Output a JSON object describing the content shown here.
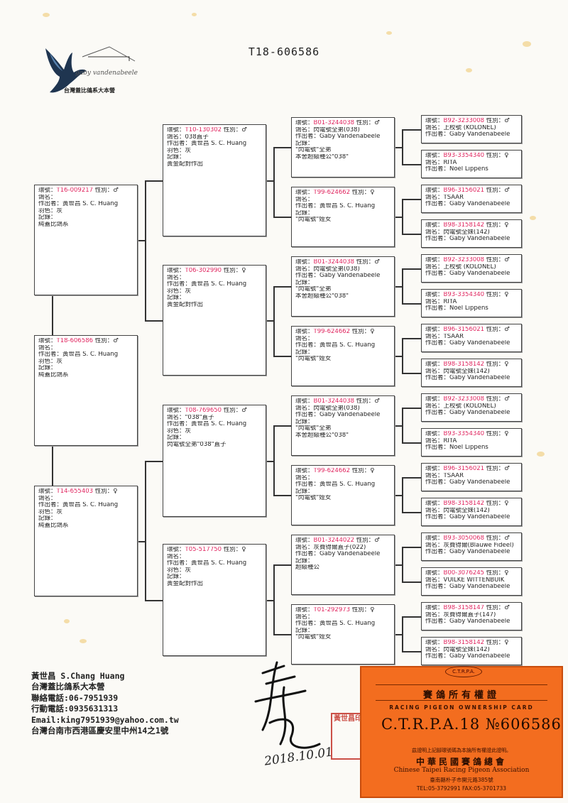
{
  "document": {
    "title": "T18-606586"
  },
  "logo": {
    "script": "gaby vandenabeele",
    "text": "台灣蓋比鴿系大本營"
  },
  "pedigree": [
    {
      "id": "g1a",
      "lines": [
        "環號：",
        "T18-606586",
        " 性別：♂",
        "鴿名：",
        "作出者：黃世昌 S. C. Huang",
        "羽色：灰",
        "記錄：",
        "純蓋比鴿系"
      ]
    },
    {
      "id": "g2a",
      "lines": [
        "環號：",
        "T16-009217",
        " 性別：♂",
        "鴿名：",
        "作出者：黃世昌 S. C. Huang",
        "羽色：灰",
        "記錄：",
        "純蓋比鴿系"
      ]
    },
    {
      "id": "g2b",
      "lines": [
        "環號：",
        "T14-655403",
        " 性別：♀",
        "鴿名：",
        "作出者：黃世昌 S. C. Huang",
        "羽色：灰",
        "記錄：",
        "純蓋比鴿系"
      ]
    },
    {
      "id": "g3a",
      "lines": [
        "環號：",
        "T10-130302",
        " 性別：♂",
        "鴿名：038直子",
        "作出者：黃世昌 S. C. Huang",
        "羽色：灰",
        "記錄：",
        "黃金配對作出"
      ]
    },
    {
      "id": "g3b",
      "lines": [
        "環號：",
        "T06-302990",
        " 性別：♀",
        "鴿名：",
        "作出者：黃世昌 S. C. Huang",
        "羽色：灰",
        "記錄：",
        "黃金配對作出"
      ]
    },
    {
      "id": "g3c",
      "lines": [
        "環號：",
        "T08-769650",
        " 性別：♂",
        "鴿名：\"038\"直子",
        "作出者：黃世昌 S. C. Huang",
        "羽色：灰",
        "記錄：",
        "閃電號全弟\"038\"直子"
      ]
    },
    {
      "id": "g3d",
      "lines": [
        "環號：",
        "T05-517750",
        " 性別：♀",
        "鴿名：",
        "作出者：黃世昌 S. C. Huang",
        "羽色：灰",
        "記錄：",
        "黃金配對作出"
      ]
    },
    {
      "id": "g4a",
      "lines": [
        "環號：",
        "B01-3244038",
        " 性別：♂",
        "鴿名：閃電號全弟(038)",
        "作出者：Gaby Vandenabeele",
        "記錄：",
        "\"閃電號\"全弟",
        "本舍超級種公\"038\""
      ]
    },
    {
      "id": "g4b",
      "lines": [
        "環號：",
        "T99-624662",
        " 性別：♀",
        "鴿名：",
        "作出者：黃世昌 S. C. Huang",
        "記錄：",
        "\"閃電號\"姪女"
      ]
    },
    {
      "id": "g4c",
      "lines": [
        "環號：",
        "B01-3244038",
        " 性別：♂",
        "鴿名：閃電號全弟(038)",
        "作出者：Gaby Vandenabeele",
        "記錄：",
        "\"閃電號\"全弟",
        "本舍超級種公\"038\""
      ]
    },
    {
      "id": "g4d",
      "lines": [
        "環號：",
        "T99-624662",
        " 性別：♀",
        "鴿名：",
        "作出者：黃世昌 S. C. Huang",
        "記錄：",
        "\"閃電號\"姪女"
      ]
    },
    {
      "id": "g4e",
      "lines": [
        "環號：",
        "B01-3244038",
        " 性別：♂",
        "鴿名：閃電號全弟(038)",
        "作出者：Gaby Vandenabeele",
        "記錄：",
        "\"閃電號\"全弟",
        "本舍超級種公\"038\""
      ]
    },
    {
      "id": "g4f",
      "lines": [
        "環號：",
        "T99-624662",
        " 性別：♀",
        "鴿名：",
        "作出者：黃世昌 S. C. Huang",
        "記錄：",
        "\"閃電號\"姪女"
      ]
    },
    {
      "id": "g4g",
      "lines": [
        "環號：",
        "B01-3244022",
        " 性別：♂",
        "鴿名：灰費得爾直子(022)",
        "作出者：Gaby Vandenabeele",
        "記錄：",
        "超級種公"
      ]
    },
    {
      "id": "g4h",
      "lines": [
        "環號：",
        "T01-292973",
        " 性別：♀",
        "鴿名：",
        "作出者：黃世昌 S. C. Huang",
        "記錄：",
        "\"閃電號\"姪女"
      ]
    },
    {
      "id": "g5a",
      "lines": [
        "環號：",
        "B92-3233008",
        " 性別：♂",
        "鴿名：上校號 (KOLONEL)",
        "作出者：Gaby Vandenabeele"
      ]
    },
    {
      "id": "g5b",
      "lines": [
        "環號：",
        "B93-3354340",
        " 性別：♀",
        "鴿名：RITA",
        "作出者：Noel Lippens"
      ]
    },
    {
      "id": "g5c",
      "lines": [
        "環號：",
        "B96-3156021",
        " 性別：♂",
        "鴿名：TSAAR",
        "作出者：Gaby Vandenabeele"
      ]
    },
    {
      "id": "g5d",
      "lines": [
        "環號：",
        "B98-3158142",
        " 性別：♀",
        "鴿名：閃電號全妹(142)",
        "作出者：Gaby Vandenabeele"
      ]
    },
    {
      "id": "g5e",
      "lines": [
        "環號：",
        "B92-3233008",
        " 性別：♂",
        "鴿名：上校號 (KOLONEL)",
        "作出者：Gaby Vandenabeele"
      ]
    },
    {
      "id": "g5f",
      "lines": [
        "環號：",
        "B93-3354340",
        " 性別：♀",
        "鴿名：RITA",
        "作出者：Noel Lippens"
      ]
    },
    {
      "id": "g5g",
      "lines": [
        "環號：",
        "B96-3156021",
        " 性別：♂",
        "鴿名：TSAAR",
        "作出者：Gaby Vandenabeele"
      ]
    },
    {
      "id": "g5h",
      "lines": [
        "環號：",
        "B98-3158142",
        " 性別：♀",
        "鴿名：閃電號全妹(142)",
        "作出者：Gaby Vandenabeele"
      ]
    },
    {
      "id": "g5i",
      "lines": [
        "環號：",
        "B92-3233008",
        " 性別：♂",
        "鴿名：上校號 (KOLONEL)",
        "作出者：Gaby Vandenabeele"
      ]
    },
    {
      "id": "g5j",
      "lines": [
        "環號：",
        "B93-3354340",
        " 性別：♀",
        "鴿名：RITA",
        "作出者：Noel Lippens"
      ]
    },
    {
      "id": "g5k",
      "lines": [
        "環號：",
        "B96-3156021",
        " 性別：♂",
        "鴿名：TSAAR",
        "作出者：Gaby Vandenabeele"
      ]
    },
    {
      "id": "g5l",
      "lines": [
        "環號：",
        "B98-3158142",
        " 性別：♀",
        "鴿名：閃電號全妹(142)",
        "作出者：Gaby Vandenabeele"
      ]
    },
    {
      "id": "g5m",
      "lines": [
        "環號：",
        "B93-3050068",
        " 性別：♂",
        "鴿名：灰費得爾(Blauwe Fideel)",
        "作出者：Gaby Vandenabeele"
      ]
    },
    {
      "id": "g5n",
      "lines": [
        "環號：",
        "B00-3076245",
        " 性別：♀",
        "鴿名：VUILKE WITTENBUIK",
        "作出者：Gaby Vandenabeele"
      ]
    },
    {
      "id": "g5o",
      "lines": [
        "環號：",
        "B98-3158147",
        " 性別：♂",
        "鴿名：灰費得爾直子(147)",
        "作出者：Gaby Vandenabeele"
      ]
    },
    {
      "id": "g5p",
      "lines": [
        "環號：",
        "B98-3158142",
        " 性別：♀",
        "鴿名：閃電號全妹(142)",
        "作出者：Gaby Vandenabeele"
      ]
    }
  ],
  "contact": {
    "name": "黃世昌 S.Chang Huang",
    "org": "台灣蓋比鴿系大本營",
    "phone": "聯絡電話:06-7951939",
    "mobile": "行動電話:0935631313",
    "email": "Email:king7951939@yahoo.com.tw",
    "address": "台灣台南市西港區慶安里中州14之1號"
  },
  "card": {
    "badge": "C.T.R.P.A.",
    "title_cn": "賽鴿所有權證",
    "title_en": "RACING PIGEON OWNERSHIP CARD",
    "number": "C.T.R.P.A.18  №606586",
    "certify": "茲證明上記腳環號碼為本論所有權證此證明。",
    "org_cn": "中華民國賽鴿總會",
    "org_en": "Chinese Taipei Racing Pigeon Association",
    "address": "臺南縣朴子市開元路385號",
    "tel": "TEL:05-3792991    FAX:05-3701733"
  },
  "stamp": {
    "text": "黃世昌印"
  },
  "signature": {
    "date": "2018.10.01"
  }
}
